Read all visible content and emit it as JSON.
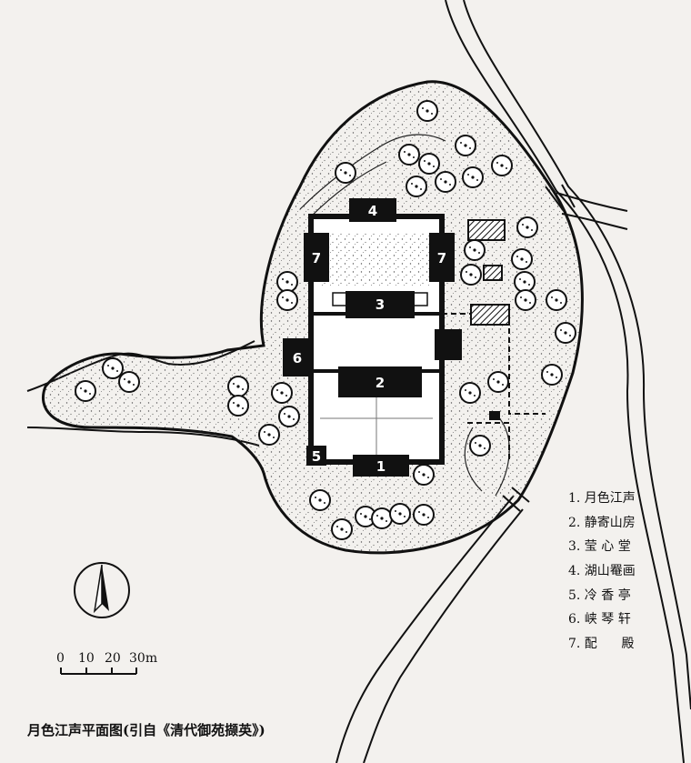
{
  "map": {
    "hall_labels": [
      {
        "id": "h1",
        "text": "1"
      },
      {
        "id": "h2",
        "text": "2"
      },
      {
        "id": "h3",
        "text": "3"
      },
      {
        "id": "h4",
        "text": "4"
      },
      {
        "id": "h5",
        "text": "5"
      },
      {
        "id": "h6",
        "text": "6"
      },
      {
        "id": "h7a",
        "text": "7"
      },
      {
        "id": "h7b",
        "text": "7"
      }
    ],
    "colors": {
      "ink": "#111111",
      "paper": "#f3f1ee",
      "stipple": "#6b6b6b"
    }
  },
  "legend": [
    "1. 月色江声",
    "2. 静寄山房",
    "3. 莹 心 堂",
    "4. 湖山罨画",
    "5. 冷 香 亭",
    "6. 峡 琴 轩",
    "7. 配      殿"
  ],
  "scale_bar": {
    "ticks": [
      "0",
      "10",
      "20",
      "30m"
    ]
  },
  "north_arrow": {
    "icon": "north-arrow-icon"
  },
  "caption": "月色江声平面图(引自《清代御苑撷英》)"
}
